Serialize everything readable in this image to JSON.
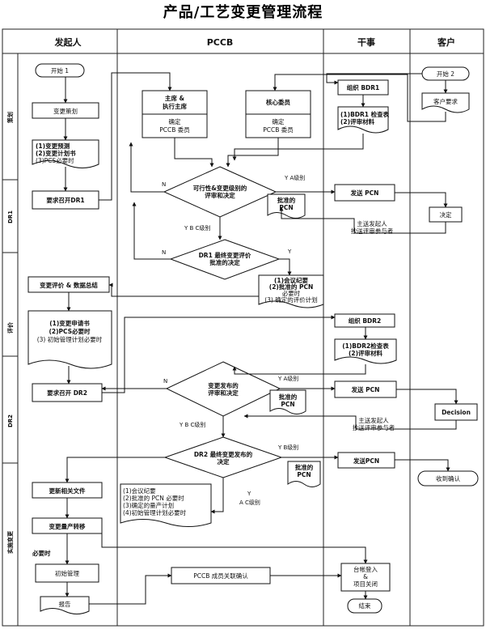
{
  "title": "产品/工艺变更管理流程",
  "lanes": [
    "发起人",
    "PCCB",
    "干事",
    "客户"
  ],
  "phases": [
    "策划",
    "DR1",
    "评价",
    "DR2",
    "实施变更"
  ],
  "nodes": {
    "start1": "开始 1",
    "start2": "开始 2",
    "cust_req": "客户要求",
    "plan": "变更策划",
    "plan_doc": [
      "(1)变更预测",
      "(2)变更计划书",
      "(3)PCS必要时"
    ],
    "req_dr1": "要求召开DR1",
    "chair": [
      "主席 &",
      "执行主席"
    ],
    "chair_confirm": [
      "确定",
      "PCCB 委员"
    ],
    "core": "核心委员",
    "core_confirm": [
      "确定",
      "PCCB 委员"
    ],
    "org_bdr1": "组织 BDR1",
    "bdr1_doc": [
      "(1)BDR1 检查表",
      "(2)评审材料"
    ],
    "feasibility": [
      "可行性&变更级别的",
      "评审和决定"
    ],
    "approved_pcn1": [
      "批准的",
      "PCN"
    ],
    "send_pcn1": "发送 PCN",
    "decide": "决定",
    "notify1": [
      "主送发起人",
      "抄送评审参与者"
    ],
    "dr1_final": [
      "DR1 最终变更评价",
      "批准的决定"
    ],
    "dr1_doc": [
      "(1)会议纪要",
      "(2)批准的 PCN",
      "必要时",
      "(3) 确定的评价计划"
    ],
    "eval_summary": "变更评价 & 数据总结",
    "eval_doc": [
      "(1)变更申请书",
      "(2)PCS必要时",
      "(3) 初始管理计划必要时"
    ],
    "req_dr2": "要求召开 DR2",
    "org_bdr2": "组织 BDR2",
    "bdr2_doc": [
      "(1)BDR2检查表",
      "(2)评审材料"
    ],
    "release_decision": [
      "变更发布的",
      "评审和决定"
    ],
    "approved_pcn2": [
      "批准的",
      "PCN"
    ],
    "send_pcn2": "发送 PCN",
    "decision": "Decision",
    "notify2": [
      "主送发起人",
      "抄送评审参与者"
    ],
    "dr2_final": [
      "DR2 最终变更发布的",
      "决定"
    ],
    "approved_pcn3": [
      "批准的",
      "PCN"
    ],
    "send_pcn3": "发送PCN",
    "receive_confirm": "收到确认",
    "update_docs": "更新相关文件",
    "dr2_doc": [
      "(1)会议纪要",
      "(2)批准的 PCN 必要时",
      "(3)确定的量产计划",
      "(4)初始管理计划必要时"
    ],
    "mass_transfer": "变更量产转移",
    "if_needed": "必要时",
    "initial_mgmt": "初始管理",
    "report": "报告",
    "pccb_confirm": "PCCB 成员关联确认",
    "ledger_close": [
      "台帐登入",
      "&",
      "项目关闭"
    ],
    "end": "结束"
  },
  "edge_labels": {
    "n1": "N",
    "y_a1": "Y  A级别",
    "y_bc1": "Y  B C级别",
    "n2": "N",
    "y2": "Y",
    "n3": "N",
    "y_a2": "Y  A级别",
    "y_bc2": "Y  B  C级别",
    "y_b3": "Y  B级别",
    "y_ac3": "Y",
    "ac3": "A  C级别"
  }
}
